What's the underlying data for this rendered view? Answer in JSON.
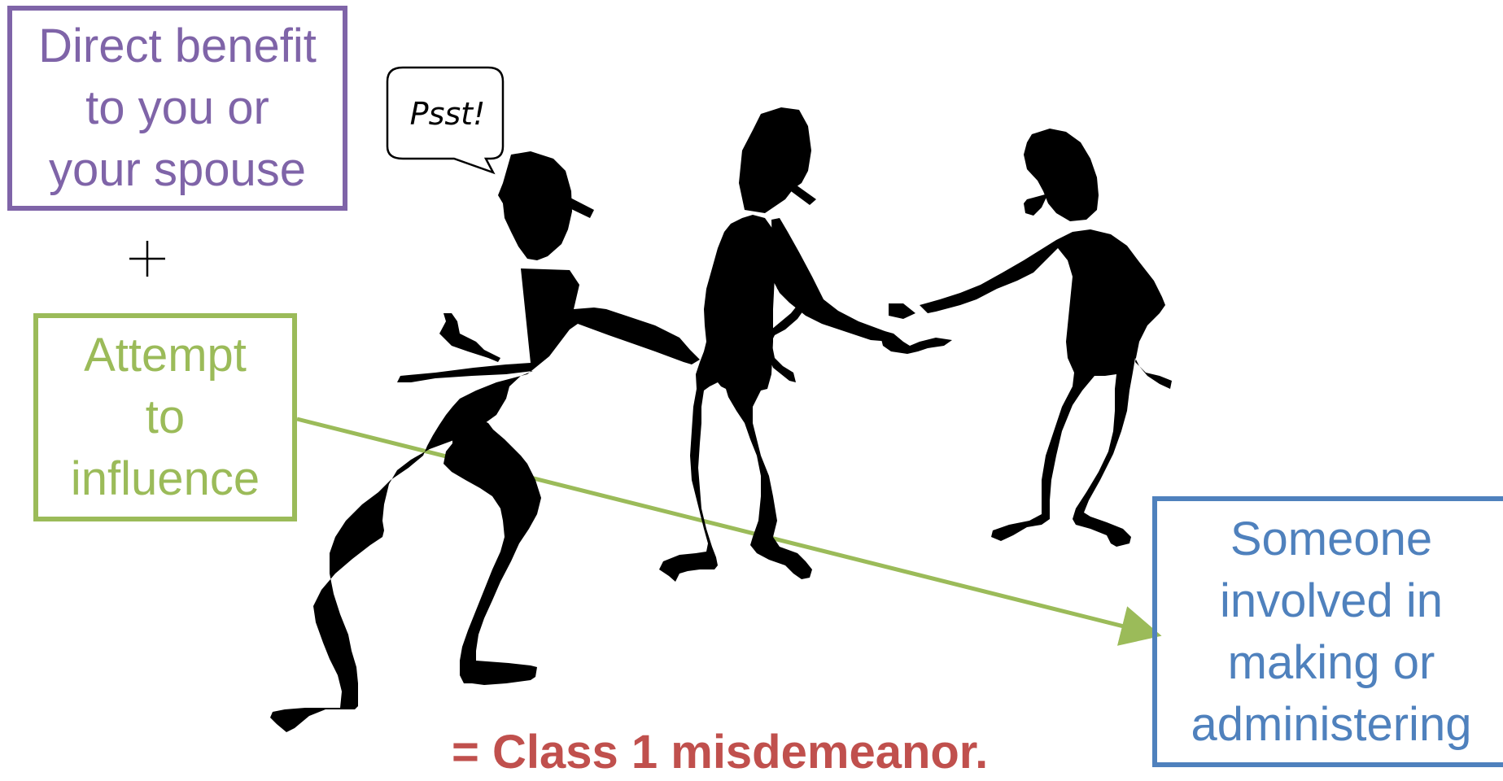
{
  "boxes": {
    "benefit": {
      "lines": [
        "Direct benefit",
        "to you or",
        "your spouse"
      ],
      "color": "#7f64a8"
    },
    "attempt": {
      "lines": [
        "Attempt",
        "to",
        "influence"
      ],
      "color": "#9bbb59"
    },
    "someone": {
      "lines": [
        "Someone",
        "involved in",
        "making or",
        "administering"
      ],
      "color": "#4f81bd"
    }
  },
  "operator": "+",
  "speech_bubble": "Psst!",
  "result": "= Class 1 misdemeanor.",
  "result_color": "#c0504d",
  "arrow_color": "#9bbb59"
}
